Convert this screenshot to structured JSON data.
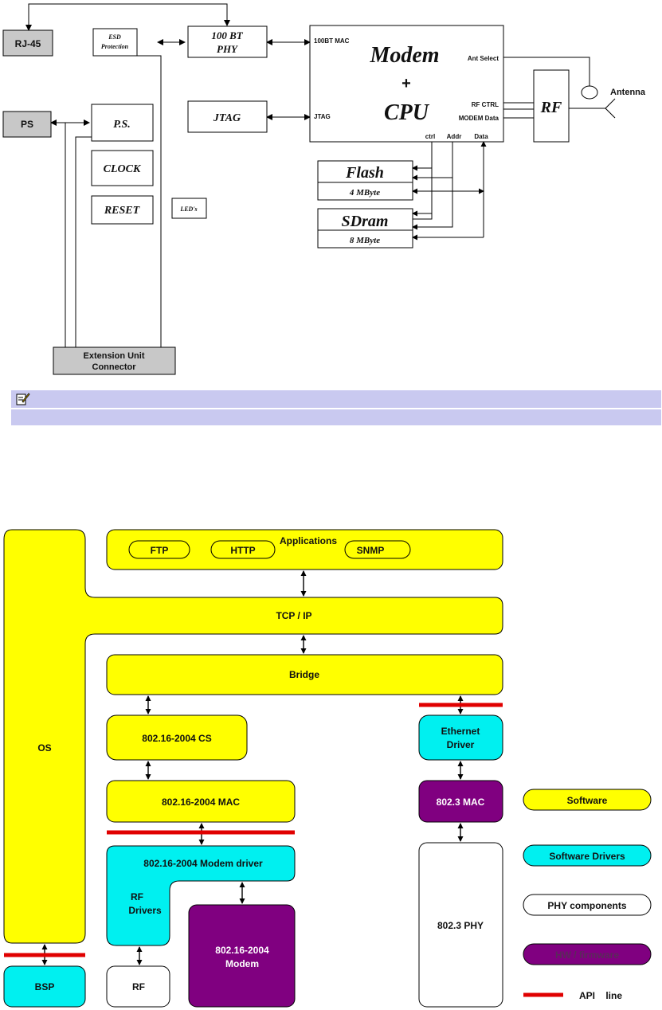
{
  "hardware_diagram": {
    "rj45": "RJ-45",
    "esd_line1": "ESD",
    "esd_line2": "Protection",
    "phy_line1": "100 BT",
    "phy_line2": "PHY",
    "ps": "PS",
    "ps_block": "P.S.",
    "clock": "CLOCK",
    "reset": "RESET",
    "leds": "LED's",
    "jtag_block": "JTAG",
    "extension_line1": "Extension Unit",
    "extension_line2": "Connector",
    "modem_main": "Modem",
    "plus": "+",
    "cpu_main": "CPU",
    "port_100bt_mac": "100BT MAC",
    "port_jtag": "JTAG",
    "port_ant_select": "Ant Select",
    "port_rf_ctrl": "RF CTRL",
    "port_modem_data": "MODEM  Data",
    "port_ctrl": "ctrl",
    "port_addr": "Addr",
    "port_data": "Data",
    "rf": "RF",
    "antenna": "Antenna",
    "flash_name": "Flash",
    "flash_size": "4 MByte",
    "sdram_name": "SDram",
    "sdram_size": "8 MByte"
  },
  "software_diagram": {
    "applications": "Applications",
    "ftp": "FTP",
    "http": "HTTP",
    "snmp": "SNMP",
    "tcpip": "TCP / IP",
    "bridge": "Bridge",
    "os": "OS",
    "cs": "802.16-2004 CS",
    "mac": "802.16-2004 MAC",
    "modem_driver": "802.16-2004 Modem driver",
    "rf_drivers_line1": "RF",
    "rf_drivers_line2": "Drivers",
    "modem_line1": "802.16-2004",
    "modem_line2": "Modem",
    "rf": "RF",
    "bsp": "BSP",
    "eth_driver_line1": "Ethernet",
    "eth_driver_line2": "Driver",
    "mac_8023": "802.3 MAC",
    "phy_8023": "802.3 PHY"
  },
  "legend": {
    "software": "Software",
    "software_drivers": "Software Drivers",
    "phy_components": "PHY components",
    "hw_firmware": "HW / firmware",
    "api_line": "API    line"
  },
  "colors": {
    "software": "#ffff00",
    "drivers": "#00f0f0",
    "hw": "#800080",
    "api_line": "#e00000",
    "hw_block_gray": "#c8c8c8",
    "note_bar": "#c9c9f0"
  },
  "icons": {
    "note": "pencil-note-icon"
  }
}
